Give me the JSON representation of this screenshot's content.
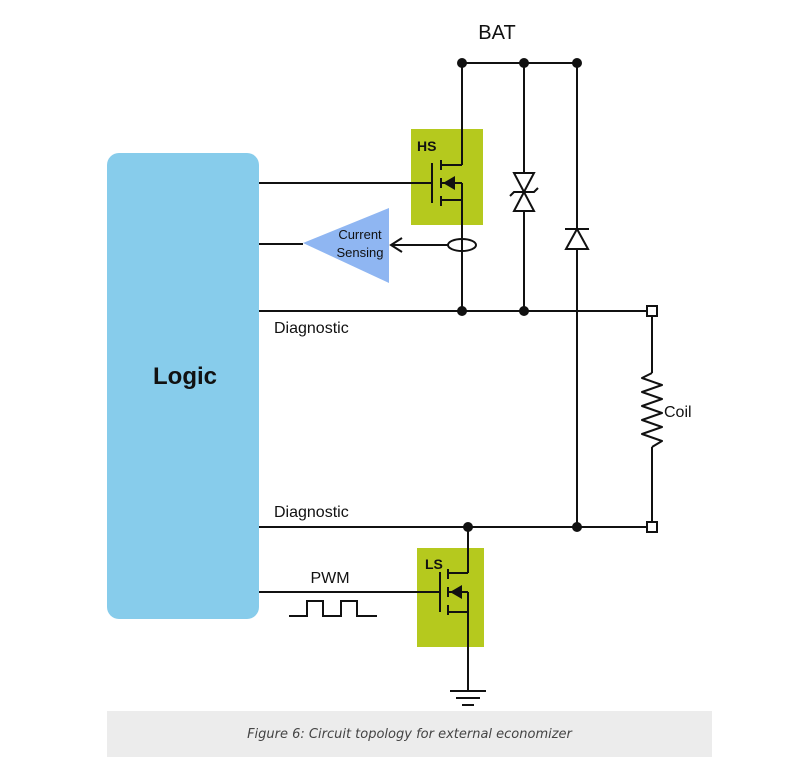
{
  "diagram": {
    "supply_label": "BAT",
    "logic_label": "Logic",
    "high_side_label": "HS",
    "low_side_label": "LS",
    "current_sensing_line1": "Current",
    "current_sensing_line2": "Sensing",
    "diagnostic_top_label": "Diagnostic",
    "diagnostic_bottom_label": "Diagnostic",
    "pwm_label": "PWM",
    "coil_label": "Coil",
    "colors": {
      "logic_block": "#87CCEB",
      "mosfet_box": "#B5C91E",
      "sense_amp": "#8FB6F2",
      "wire": "#111111"
    }
  },
  "caption": {
    "text": "Figure 6: Circuit topology for external economizer"
  }
}
